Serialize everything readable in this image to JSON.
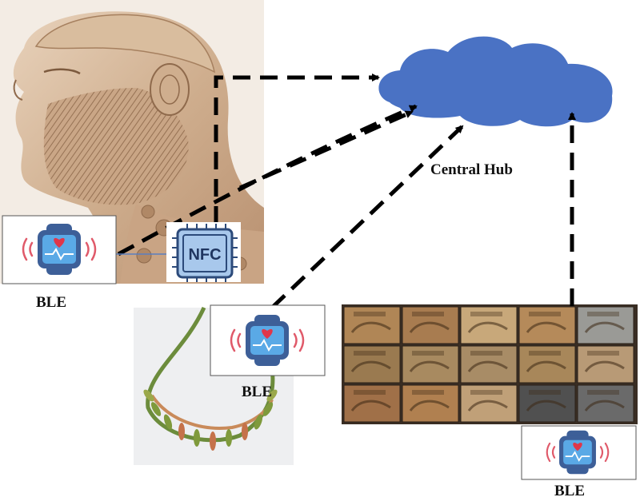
{
  "hub": {
    "label": "Central Hub",
    "color": "#4a72c4"
  },
  "nodes": {
    "nfc_chip": {
      "label": "NFC"
    },
    "ble_left": {
      "label": "BLE"
    },
    "ble_middle": {
      "label": "BLE"
    },
    "ble_right": {
      "label": "BLE"
    }
  },
  "icons": {
    "statue": "bearded-statue-image",
    "necklace": "bead-necklace-image",
    "seals": "indus-seals-image",
    "wearable": "smartwatch-heart-icon",
    "chip": "nfc-chip-icon"
  },
  "colors": {
    "arrow": "#000000",
    "watch_body": "#3d5f98",
    "watch_screen": "#5aa9e6",
    "heart": "#e0364a",
    "signal": "#e05a6a",
    "chip_body": "#a8c8ec",
    "chip_border": "#2c4a7a"
  }
}
